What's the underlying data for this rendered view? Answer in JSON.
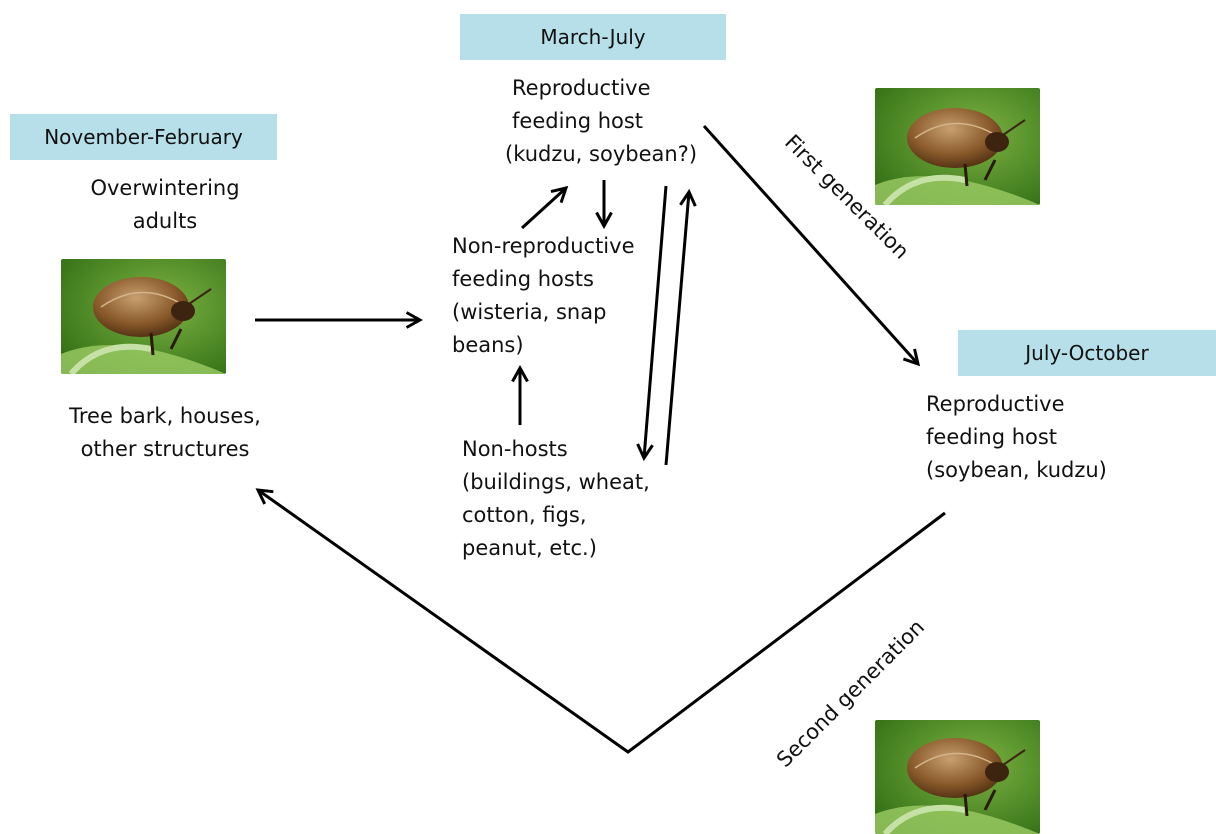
{
  "colors": {
    "season_box": "#b7dfe9",
    "arrow": "#000000",
    "leaf_green": "#4f8f1e",
    "bug_brown": "#8a5a2b"
  },
  "seasons": {
    "winter": "November-February",
    "spring": "March-July",
    "summer": "July-October"
  },
  "winter_stage": {
    "title_lines": [
      "Overwintering",
      "adults"
    ],
    "location_lines": [
      "Tree bark, houses,",
      "other structures"
    ]
  },
  "spring_stage": {
    "reproductive_lines": [
      "Reproductive",
      "feeding host",
      "(kudzu, soybean?)"
    ],
    "nonreproductive_lines": [
      "Non-reproductive",
      "feeding hosts",
      "(wisteria, snap",
      "beans)"
    ],
    "nonhosts_lines": [
      "Non-hosts",
      "(buildings, wheat,",
      "cotton, figs,",
      "peanut, etc.)"
    ]
  },
  "summer_stage": {
    "reproductive_lines": [
      "Reproductive",
      "feeding host",
      "(soybean, kudzu)"
    ]
  },
  "generations": {
    "first": "First generation",
    "second": "Second generation"
  },
  "photo_icons": [
    "kudzu-bug-photo-icon"
  ]
}
